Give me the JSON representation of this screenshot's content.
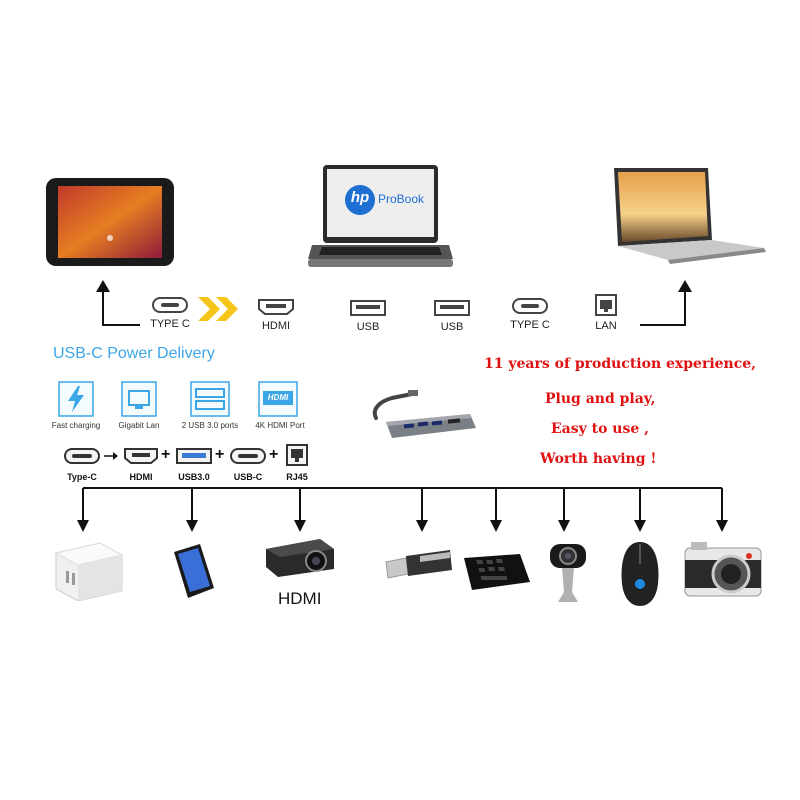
{
  "top_ports": [
    "TYPE C",
    "HDMI",
    "USB",
    "USB",
    "TYPE C",
    "LAN"
  ],
  "laptop_brand": "ProBook",
  "laptop_logo": "hp",
  "section_title": "USB-C Power Delivery",
  "feature_labels": [
    "Fast charging",
    "Gigabit Lan",
    "2 USB 3.0 ports",
    "4K HDMI Port"
  ],
  "hdmi_icon_text": "HDMI",
  "connector_labels": [
    "Type-C",
    "HDMI",
    "USB3.0",
    "USB-C",
    "RJ45"
  ],
  "tagline": [
    "11 years of production experience,",
    "Plug and play,",
    "Easy to use ,",
    "Worth having !"
  ],
  "projector_label": "HDMI",
  "colors": {
    "accent_blue": "#3aa6e6",
    "tagline_red": "#e01010",
    "arrow_yellow": "#f5c518"
  }
}
